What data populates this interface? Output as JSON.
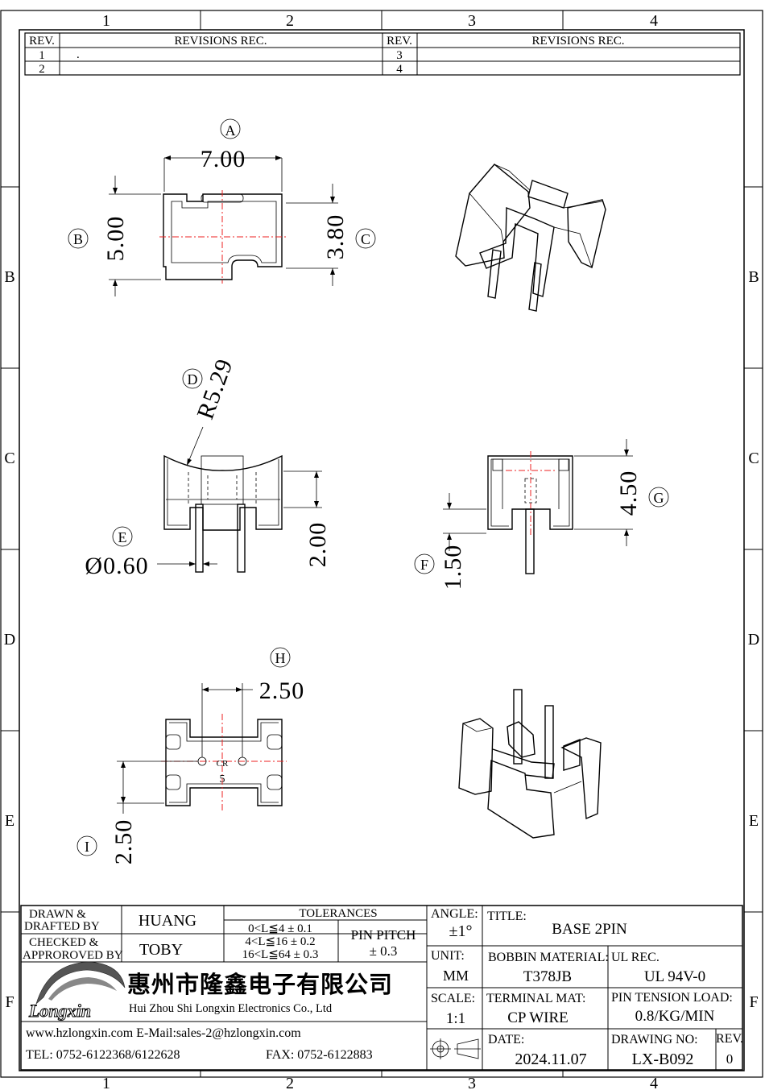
{
  "border": {
    "columns": [
      "1",
      "2",
      "3",
      "4"
    ],
    "rows": [
      "B",
      "C",
      "D",
      "E",
      "F"
    ]
  },
  "revisions": {
    "header_rev": "REV.",
    "header_rec": "REVISIONS REC.",
    "rows_left": [
      {
        "rev": "1",
        "rec": "."
      },
      {
        "rev": "2",
        "rec": ""
      }
    ],
    "rows_right": [
      {
        "rev": "3",
        "rec": ""
      },
      {
        "rev": "4",
        "rec": ""
      }
    ]
  },
  "views": {
    "top": {
      "label_a": "A",
      "dim_width": "7.00",
      "label_b": "B",
      "dim_height": "5.00",
      "label_c": "C",
      "dim_inner": "3.80"
    },
    "front": {
      "label_d": "D",
      "dim_radius": "R5.29",
      "label_e": "E",
      "dim_pin_dia": "Ø0.60",
      "dim_pin_len": "2.00"
    },
    "side": {
      "label_f": "F",
      "dim_base": "1.50",
      "label_g": "G",
      "dim_total": "4.50"
    },
    "bottom": {
      "label_h": "H",
      "dim_pitch_x": "2.50",
      "label_i": "I",
      "dim_pitch_y": "2.50",
      "center_mark_1": "CR",
      "center_mark_2": "5"
    }
  },
  "title_block": {
    "drawn_label": "DRAWN &\nDRAFTED BY",
    "drawn_label_1": "DRAWN &",
    "drawn_label_2": "DRAFTED BY",
    "drawn_value": "HUANG",
    "checked_label_1": "CHECKED &",
    "checked_label_2": "APPROROVED BY",
    "checked_value": "TOBY",
    "tolerances_header": "TOLERANCES",
    "tol_1": "0<L≦4   ± 0.1",
    "tol_2": "4<L≦16  ± 0.2",
    "tol_3": "16<L≦64 ± 0.3",
    "pin_pitch_label": "PIN PITCH",
    "pin_pitch_value": "± 0.3",
    "angle_label": "ANGLE:",
    "angle_value": "±1°",
    "title_label": "TITLE:",
    "title_value": "BASE 2PIN",
    "unit_label": "UNIT:",
    "unit_value": "MM",
    "bobbin_label": "BOBBIN MATERIAL:",
    "bobbin_value": "T378JB",
    "ul_label": "UL REC.",
    "ul_value": "UL 94V-0",
    "scale_label": "SCALE:",
    "scale_value": "1:1",
    "terminal_label": "TERMINAL MAT:",
    "terminal_value": "CP WIRE",
    "tension_label": "PIN TENSION LOAD:",
    "tension_value": "0.8/KG/MIN",
    "date_label": "DATE:",
    "date_value": "2024.11.07",
    "drawing_no_label": "DRAWING NO:",
    "drawing_no_value": "LX-B092",
    "rev_label": "REV.",
    "rev_value": "0"
  },
  "company": {
    "logo_text": "Longxin",
    "name_cn": "惠州市隆鑫电子有限公司",
    "name_en": "Hui Zhou Shi Longxin  Electronics Co., Ltd",
    "web_email": "www.hzlongxin.com  E-Mail:sales-2@hzlongxin.com",
    "tel": "TEL: 0752-6122368/6122628",
    "fax": "FAX: 0752-6122883"
  }
}
